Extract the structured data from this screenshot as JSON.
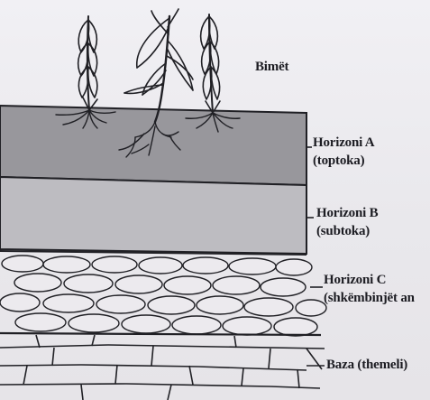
{
  "labels": {
    "plants": "Bimët",
    "horizon_a": {
      "title": "Horizoni A",
      "sub": "(toptoka)"
    },
    "horizon_b": {
      "title": "Horizoni B",
      "sub": "(subtoka)"
    },
    "horizon_c": {
      "title": "Horizoni C",
      "sub": "(shkëmbinjët an"
    },
    "base": "Baza (themeli)"
  },
  "colors": {
    "ink": "#1c1c22",
    "layer_a": "#98979c",
    "layer_b": "#bdbcc1",
    "paper": "#ecebee"
  }
}
